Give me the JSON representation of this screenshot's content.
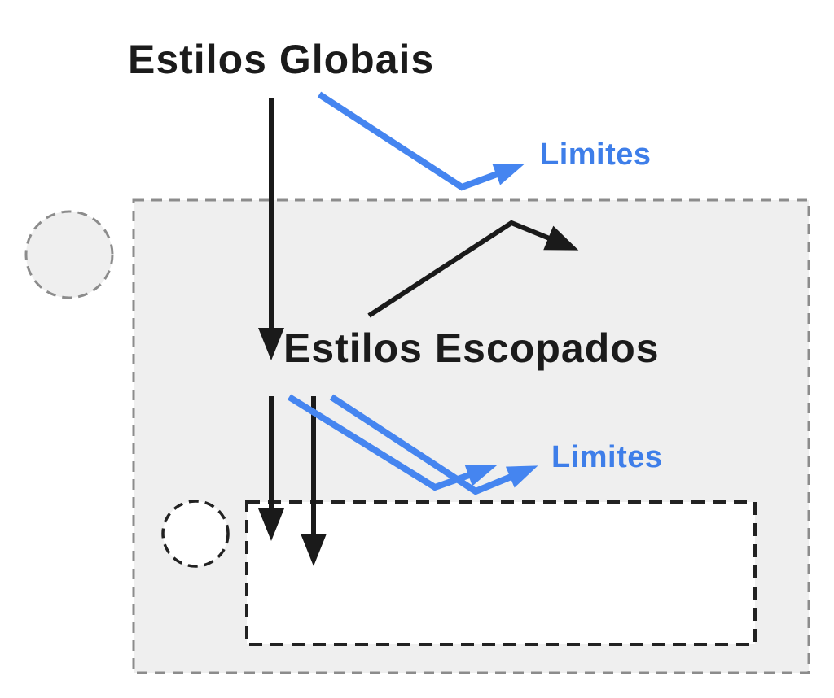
{
  "diagram": {
    "global_title": "Estilos Globais",
    "scoped_title": "Estilos Escopados",
    "limit_label_top": "Limites",
    "limit_label_bottom": "Limites",
    "colors": {
      "background": "#ffffff",
      "text_dark": "#1b1b1b",
      "accent_blue_text": "#3e7ee9",
      "accent_blue_arrow": "#4585f0",
      "black_arrow": "#1a1a1a",
      "scope_box_fill": "#efefef",
      "scope_box_border": "#8c8c8c",
      "element_box_fill": "#ffffff",
      "element_box_border": "#222222"
    }
  }
}
